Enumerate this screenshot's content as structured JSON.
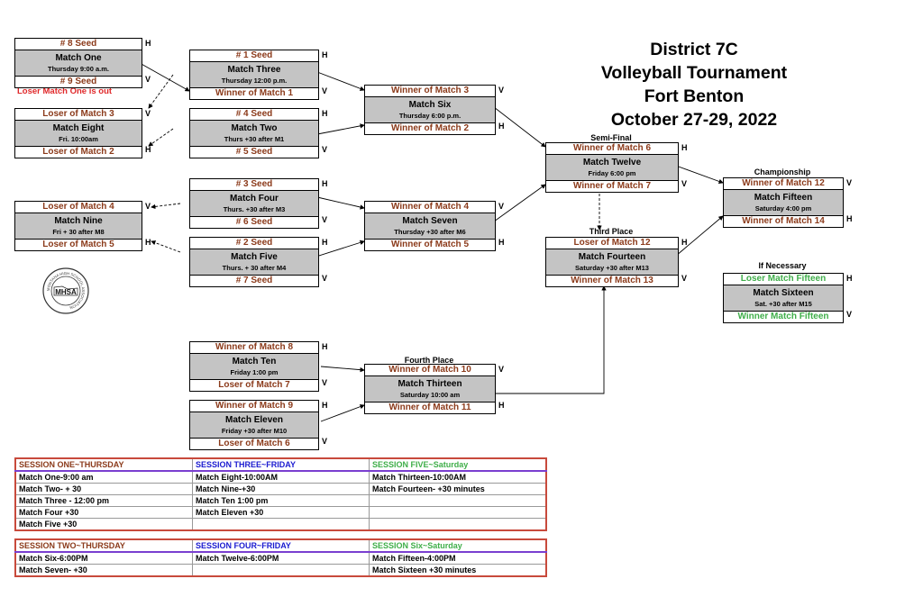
{
  "title": {
    "line1": "District 7C",
    "line2": "Volleyball Tournament",
    "line3": "Fort Benton",
    "line4": "October 27-29, 2022"
  },
  "logo": {
    "text": "MHSA",
    "ring": "MONTANA HIGH SCHOOL ASSOCIATION"
  },
  "note": "Loser Match One is out",
  "round_labels": {
    "semi_final": "Semi-Final",
    "third_place": "Third Place",
    "championship": "Championship",
    "if_necessary": "If Necessary",
    "fourth_place": "Fourth Place"
  },
  "matches": {
    "m1": {
      "top": "# 8 Seed",
      "name": "Match One",
      "time": "Thursday 9:00 a.m.",
      "bottom": "# 9 Seed",
      "top_side": "H",
      "bottom_side": "V"
    },
    "m3": {
      "top": "# 1 Seed",
      "name": "Match Three",
      "time": "Thursday 12:00 p.m.",
      "bottom": "Winner of Match 1",
      "top_side": "H",
      "bottom_side": "V"
    },
    "m8": {
      "top": "Loser of Match 3",
      "name": "Match Eight",
      "time": "Fri. 10:00am",
      "bottom": "Loser of Match 2",
      "top_side": "V",
      "bottom_side": "H"
    },
    "m2": {
      "top": "# 4 Seed",
      "name": "Match Two",
      "time": "Thurs +30 after M1",
      "bottom": "# 5 Seed",
      "top_side": "H",
      "bottom_side": "V"
    },
    "m6": {
      "top": "Winner of Match 3",
      "name": "Match Six",
      "time": "Thursday 6:00 p.m.",
      "bottom": "Winner of Match 2",
      "top_side": "V",
      "bottom_side": "H"
    },
    "m12": {
      "top": "Winner of Match 6",
      "name": "Match Twelve",
      "time": "Friday 6:00 pm",
      "bottom": "Winner of Match 7",
      "top_side": "H",
      "bottom_side": "V"
    },
    "m4": {
      "top": "# 3 Seed",
      "name": "Match Four",
      "time": "Thurs. +30 after M3",
      "bottom": "# 6 Seed",
      "top_side": "H",
      "bottom_side": "V"
    },
    "m9": {
      "top": "Loser of Match 4",
      "name": "Match Nine",
      "time": "Fri + 30 after M8",
      "bottom": "Loser of Match 5",
      "top_side": "V",
      "bottom_side": "H"
    },
    "m7": {
      "top": "Winner of Match 4",
      "name": "Match Seven",
      "time": "Thursday +30 after M6",
      "bottom": "Winner of Match 5",
      "top_side": "V",
      "bottom_side": "H"
    },
    "m5": {
      "top": "# 2 Seed",
      "name": "Match Five",
      "time": "Thurs. + 30 after M4",
      "bottom": "# 7 Seed",
      "top_side": "H",
      "bottom_side": "V"
    },
    "m15": {
      "top": "Winner of Match 12",
      "name": "Match Fifteen",
      "time": "Saturday 4:00 pm",
      "bottom": "Winner of Match 14",
      "top_side": "V",
      "bottom_side": "H"
    },
    "m14": {
      "top": "Loser of Match 12",
      "name": "Match Fourteen",
      "time": "Saturday +30 after M13",
      "bottom": "Winner of Match 13",
      "top_side": "H",
      "bottom_side": "V"
    },
    "m16": {
      "top": "Loser Match Fifteen",
      "name": "Match Sixteen",
      "time": "Sat. +30 after M15",
      "bottom": "Winner Match Fifteen",
      "top_side": "H",
      "bottom_side": "V"
    },
    "m10": {
      "top": "Winner of Match 8",
      "name": "Match Ten",
      "time": "Friday 1:00  pm",
      "bottom": "Loser of Match 7",
      "top_side": "H",
      "bottom_side": "V"
    },
    "m13": {
      "top": "Winner of Match 10",
      "name": "Match Thirteen",
      "time": "Saturday 10:00 am",
      "bottom": "Winner of Match 11",
      "top_side": "V",
      "bottom_side": "H"
    },
    "m11": {
      "top": "Winner of Match 9",
      "name": "Match Eleven",
      "time": "Friday +30 after M10",
      "bottom": "Loser of Match 6",
      "top_side": "H",
      "bottom_side": "V"
    }
  },
  "schedule_top": {
    "headers": [
      "SESSION ONE~THURSDAY",
      "SESSION THREE~FRIDAY",
      "SESSION FIVE~Saturday"
    ],
    "header_colors": [
      "#8b3a1a",
      "#1a1ad0",
      "#3fae49"
    ],
    "rows": [
      [
        "Match One-9:00 am",
        "Match Eight-10:00AM",
        "Match Thirteen-10:00AM"
      ],
      [
        "Match Two- + 30",
        "Match Nine-+30",
        "Match Fourteen- +30 minutes"
      ],
      [
        "Match Three - 12:00 pm",
        "Match Ten  1:00 pm",
        ""
      ],
      [
        "Match Four +30",
        "Match Eleven +30",
        ""
      ],
      [
        "Match Five +30",
        "",
        ""
      ]
    ]
  },
  "schedule_bottom": {
    "headers": [
      "SESSION TWO~THURSDAY",
      "SESSION FOUR~FRIDAY",
      "SESSION Six~Saturday"
    ],
    "header_colors": [
      "#8b3a1a",
      "#1a1ad0",
      "#3fae49"
    ],
    "rows": [
      [
        "Match Six-6:00PM",
        "Match Twelve-6:00PM",
        "Match Fifteen-4:00PM"
      ],
      [
        "Match Seven- +30",
        "",
        "Match Sixteen +30 minutes"
      ]
    ]
  }
}
